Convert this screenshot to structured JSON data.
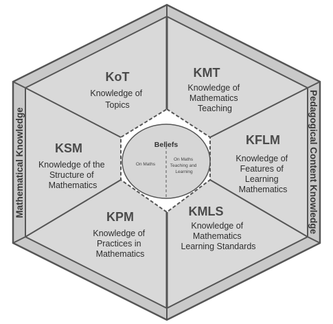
{
  "diagram": {
    "outer_labels": {
      "left": "Mathematical Knowledge",
      "right": "Pedagogical Content Knowledge"
    },
    "segments": [
      {
        "id": "kot",
        "abbr": "KoT",
        "lines": [
          "Knowledge of",
          "Topics"
        ]
      },
      {
        "id": "kmt",
        "abbr": "KMT",
        "lines": [
          "Knowledge of",
          "Mathematics",
          "Teaching"
        ]
      },
      {
        "id": "kflm",
        "abbr": "KFLM",
        "lines": [
          "Knowledge of",
          "Features of",
          "Learning",
          "Mathematics"
        ]
      },
      {
        "id": "kmls",
        "abbr": "KMLS",
        "lines": [
          "Knowledge of",
          "Mathematics",
          "Learning Standards"
        ]
      },
      {
        "id": "kpm",
        "abbr": "KPM",
        "lines": [
          "Knowledge of",
          "Practices in",
          "Mathematics"
        ]
      },
      {
        "id": "ksm",
        "abbr": "KSM",
        "lines": [
          "Knowledge of the",
          "Structure of",
          "Mathematics"
        ]
      }
    ],
    "beliefs": {
      "title": "Beliefs",
      "left": "On Maths",
      "right_lines": [
        "On Maths",
        "Teaching and",
        "Learning"
      ]
    },
    "colors": {
      "border": "#555555",
      "frame_fill": "#c9c9c9",
      "region_fill": "#d9d9d9",
      "center_fill": "#ffffff",
      "circle_fill": "#d6d6d6"
    }
  }
}
